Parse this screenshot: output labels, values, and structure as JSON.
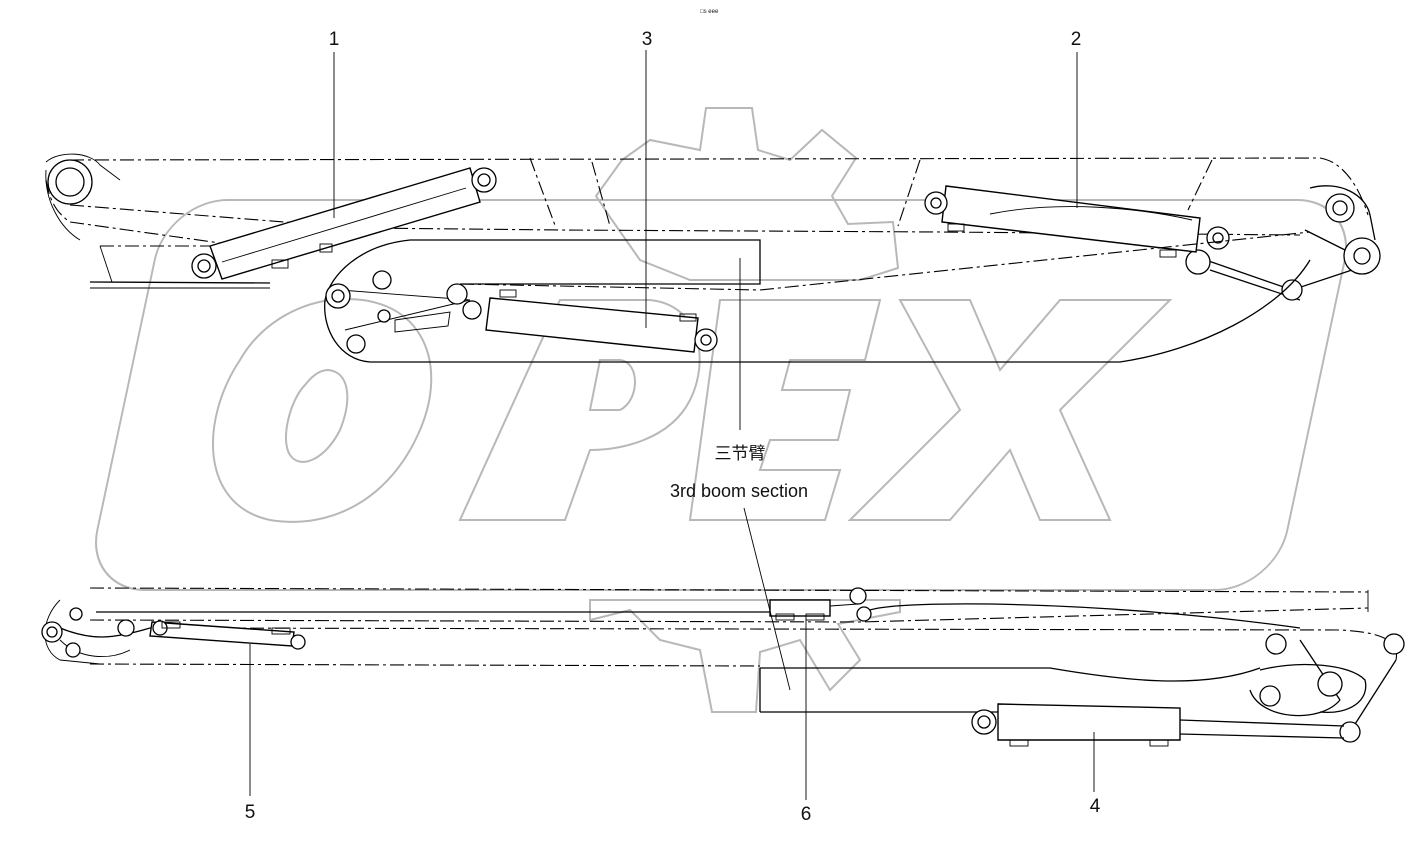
{
  "watermark": {
    "text": "OPEX"
  },
  "header": {
    "code": "□s eee"
  },
  "callouts": [
    "1",
    "2",
    "3",
    "4",
    "5",
    "6"
  ],
  "annotation": {
    "label_cn": "三节臂",
    "label_en": "3rd boom section"
  },
  "icons": {
    "watermark_gear": "gear-icon"
  }
}
